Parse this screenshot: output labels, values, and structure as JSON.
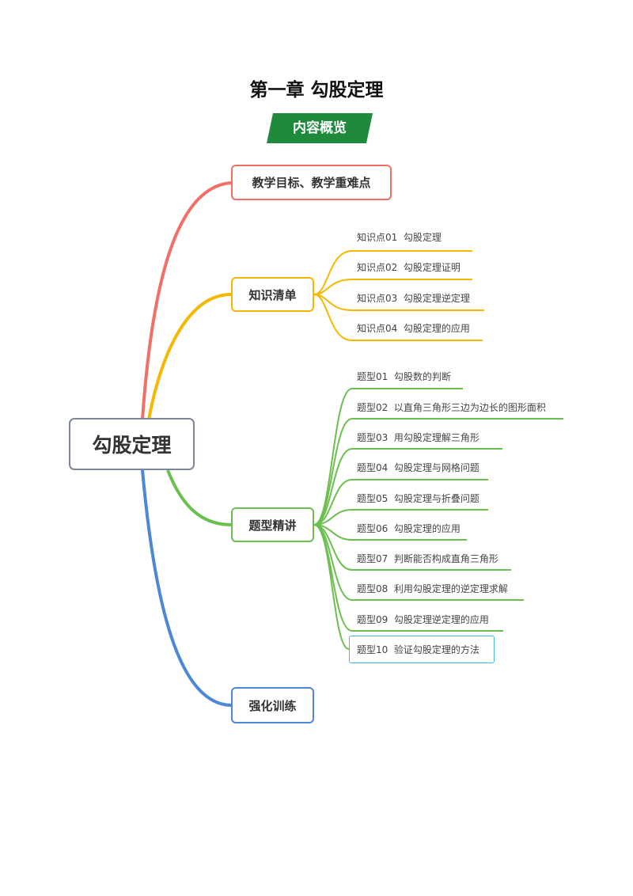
{
  "title": "第一章  勾股定理",
  "banner": "内容概览",
  "root": "勾股定理",
  "colors": {
    "red": "#f07067",
    "orange": "#f5b700",
    "green": "#6bbf4f",
    "blue": "#4d88d6",
    "banner": "#1f8a3c"
  },
  "branches": [
    {
      "label": "教学目标、教学重难点",
      "items": []
    },
    {
      "label": "知识清单",
      "items": [
        "知识点01  勾股定理",
        "知识点02  勾股定理证明",
        "知识点03  勾股定理逆定理",
        "知识点04  勾股定理的应用"
      ]
    },
    {
      "label": "题型精讲",
      "items": [
        "题型01  勾股数的判断",
        "题型02  以直角三角形三边为边长的图形面积",
        "题型03  用勾股定理解三角形",
        "题型04  勾股定理与网格问题",
        "题型05  勾股定理与折叠问题",
        "题型06  勾股定理的应用",
        "题型07  判断能否构成直角三角形",
        "题型08  利用勾股定理的逆定理求解",
        "题型09  勾股定理逆定理的应用",
        "题型10  验证勾股定理的方法"
      ]
    },
    {
      "label": "强化训练",
      "items": []
    }
  ]
}
